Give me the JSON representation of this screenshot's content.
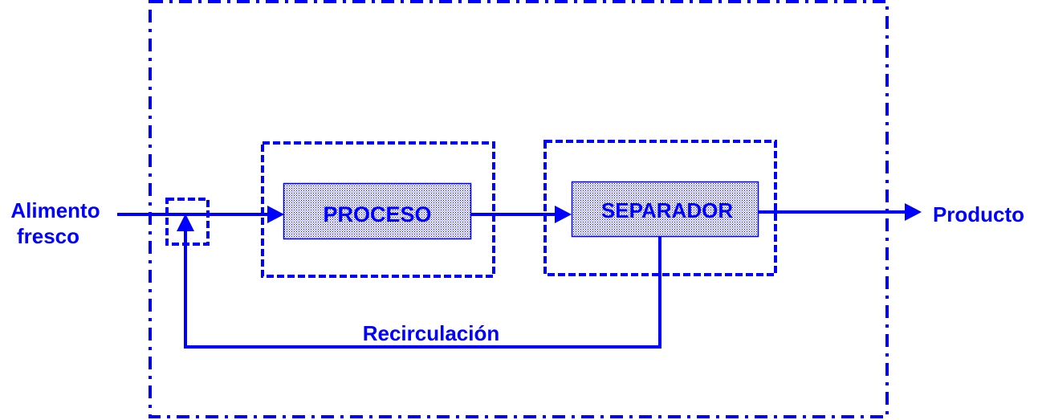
{
  "diagram": {
    "title": "Process flow diagram with recycle",
    "color": "#0000ff",
    "nodes": {
      "feed": {
        "label_line1": "Alimento",
        "label_line2": "fresco"
      },
      "process": {
        "label": "PROCESO"
      },
      "separator": {
        "label": "SEPARADOR"
      },
      "product": {
        "label": "Producto"
      },
      "recycle": {
        "label": "Recirculación"
      }
    },
    "boundaries": {
      "overall": "system boundary (dash-dot)",
      "mixer": "mixing point (dashed)",
      "process_group": "process boundary (dashed)",
      "separator_group": "separator boundary (dashed)"
    },
    "edges": [
      {
        "from": "feed",
        "to": "process"
      },
      {
        "from": "process",
        "to": "separator"
      },
      {
        "from": "separator",
        "to": "product"
      },
      {
        "from": "separator",
        "to": "mixer",
        "label": "Recirculación"
      }
    ]
  }
}
